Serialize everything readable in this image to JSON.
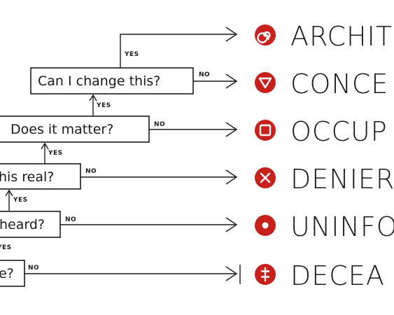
{
  "flowchart": {
    "questions": [
      "Can I change this?",
      "Does it matter?",
      "his real?",
      "heard?",
      "e?"
    ],
    "yes_label": "YES",
    "no_label": "NO",
    "outcomes": [
      {
        "label": "ARCHIT",
        "icon": "spiral-icon"
      },
      {
        "label": "CONCE",
        "icon": "triangle-down-icon"
      },
      {
        "label": "OCCUP",
        "icon": "square-icon"
      },
      {
        "label": "DENIER",
        "icon": "x-cross-icon"
      },
      {
        "label": "UNINFO",
        "icon": "dot-circle-icon"
      },
      {
        "label": "DECEA",
        "icon": "double-dagger-icon"
      }
    ],
    "accent_color": "#c8201d",
    "ink_color": "#1a1a1a"
  }
}
